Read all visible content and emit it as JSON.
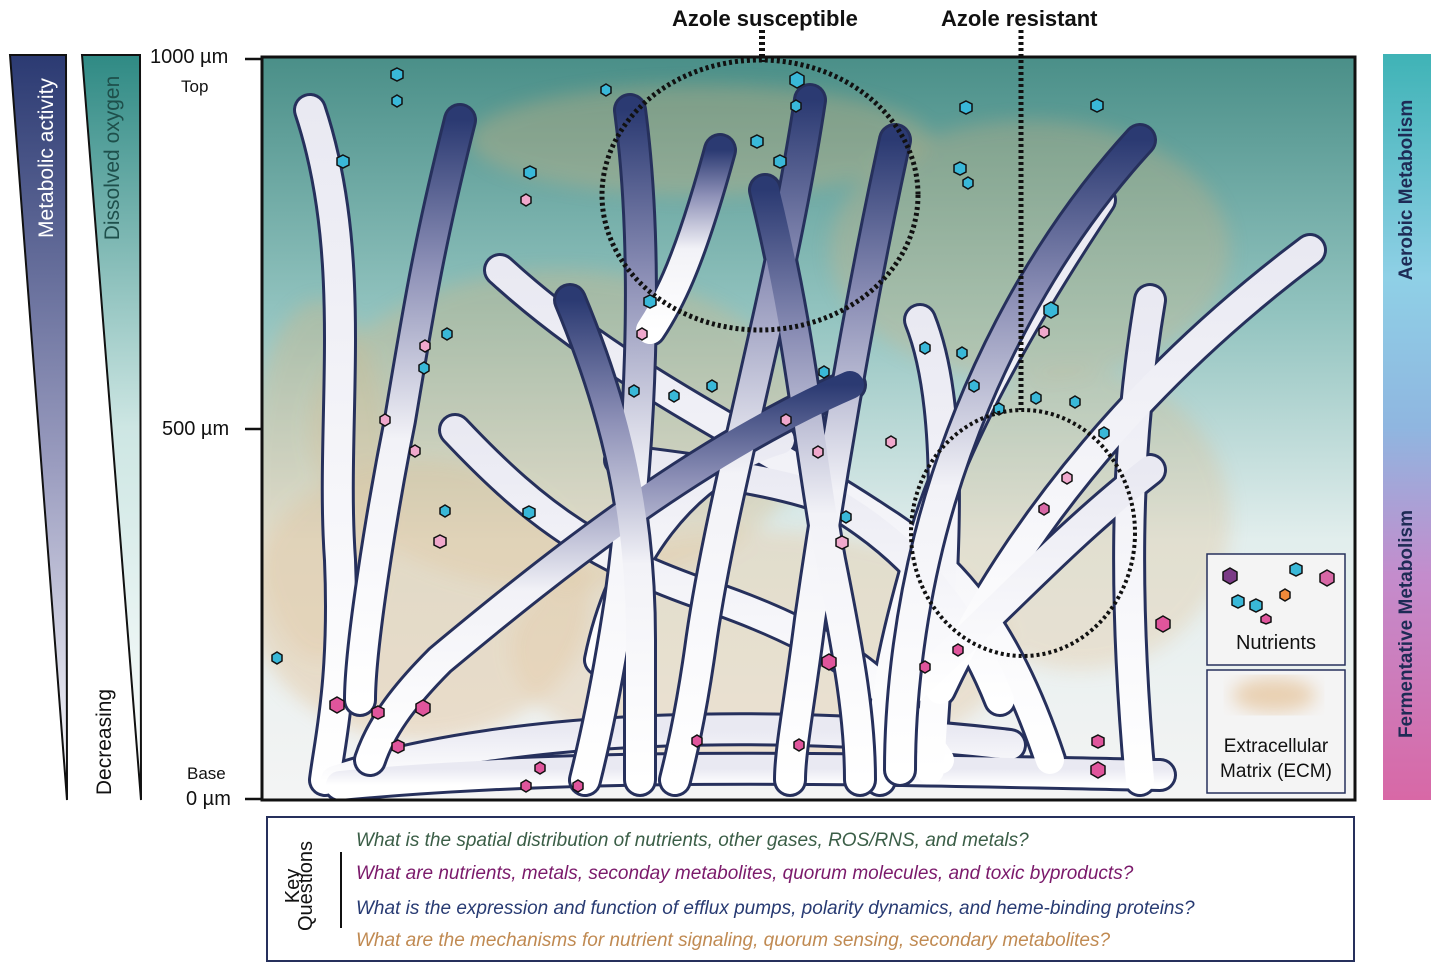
{
  "labels": {
    "azole_susceptible": "Azole susceptible",
    "azole_resistant": "Azole resistant"
  },
  "y_axis": {
    "tick_top": "1000 µm",
    "tick_top_sub": "Top",
    "tick_mid": "500 µm",
    "tick_base": "0 µm",
    "tick_base_sub": "Base"
  },
  "gradients": {
    "metabolic_activity": "Metabolic activity",
    "dissolved_oxygen": "Dissolved oxygen",
    "decreasing": "Decreasing"
  },
  "metabolism_bar": {
    "aerobic": "Aerobic Metabolism",
    "fermentative": "Fermentative Metabolism",
    "top_color": "#3fb3b6",
    "mid_color": "#8fb6e0",
    "bottom_color": "#d868a6"
  },
  "legend": {
    "nutrients": "Nutrients",
    "ecm": "Extracellular Matrix (ECM)",
    "ecm_line1": "Extracellular",
    "ecm_line2": "Matrix (ECM)"
  },
  "key_questions": {
    "title_line1": "Key",
    "title_line2": "Questions",
    "items": [
      {
        "text": "What is the spatial distribution of nutrients, other gases, ROS/RNS, and metals?",
        "color": "#3b5e47"
      },
      {
        "text": "What are nutrients, metals, seconday metabolites, quorum molecules, and toxic byproducts?",
        "color": "#7b1a6b"
      },
      {
        "text": "What is the expression and function of efflux pumps, polarity dynamics, and heme-binding proteins?",
        "color": "#283b73"
      },
      {
        "text": "What are the mechanisms for nutrient signaling, quorum sensing, secondary metabolites?",
        "color": "#c08a52"
      }
    ]
  },
  "colors": {
    "hypha_dark": "#2b3a72",
    "hypha_outline": "#26305c",
    "biofilm_top": "#4a8f88",
    "biofilm_bottom": "#f2f2f2",
    "ecm": "#e0b27a",
    "nutrient_blue": "#39b8d8",
    "nutrient_pink": "#e0559c"
  }
}
